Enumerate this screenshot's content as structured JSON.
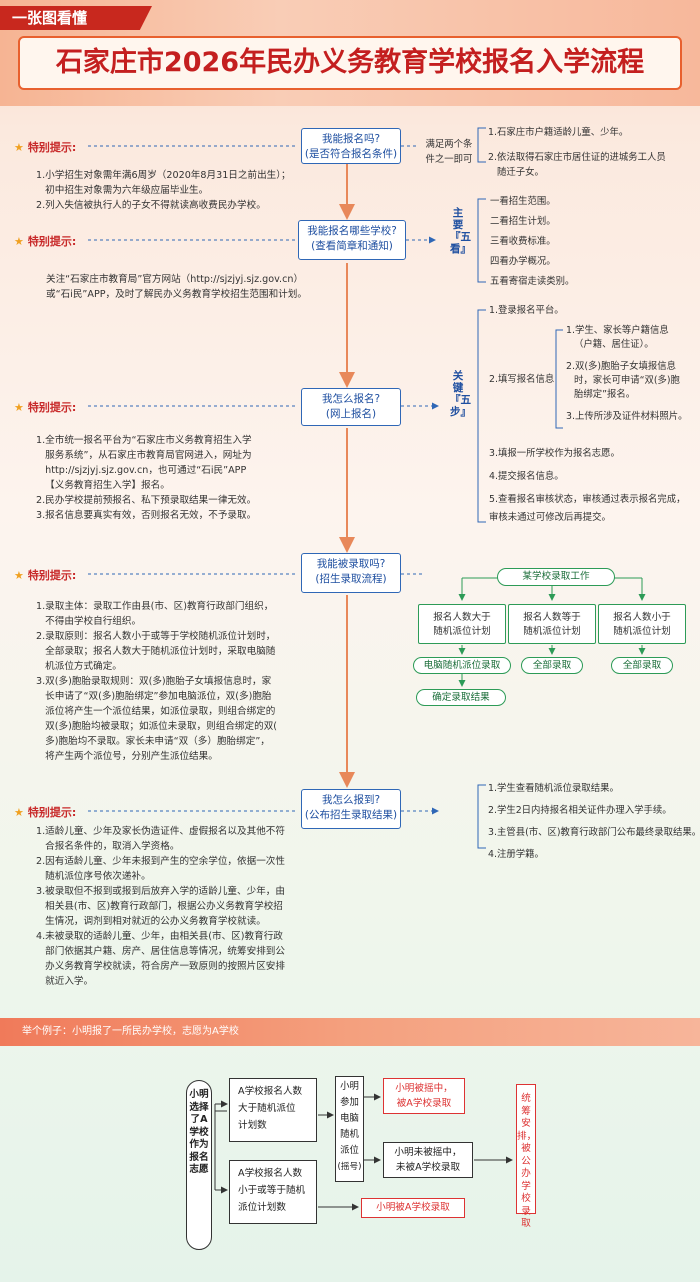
{
  "header": {
    "badge": "一张图看懂",
    "title": "石家庄市2026年民办义务教育学校报名入学流程"
  },
  "stages": [
    {
      "line1": "我能报名吗?",
      "line2": "(是否符合报名条件)"
    },
    {
      "line1": "我能报名哪些学校?",
      "line2": "(查看简章和通知)"
    },
    {
      "line1": "我怎么报名?",
      "line2": "(网上报名)"
    },
    {
      "line1": "我能被录取吗?",
      "line2": "(招生录取流程)"
    },
    {
      "line1": "我怎么报到?",
      "line2": "(公布招生录取结果)"
    }
  ],
  "tip_label": "特别提示:",
  "tips": {
    "t1": [
      "1.小学招生对象需年满6周岁（2020年8月31日之前出生）；",
      "   初中招生对象需为六年级应届毕业生。",
      "2.列入失信被执行人的子女不得就读高收费民办学校。"
    ],
    "t2": [
      "关注“石家庄市教育局”官方网站（http://sjzjyj.sjz.gov.cn）",
      "或“石i民”APP，及时了解民办义务教育学校招生范围和计划。"
    ],
    "t3": [
      "1.全市统一报名平台为“石家庄市义务教育招生入学",
      "   服务系统”，从石家庄市教育局官网进入，网址为",
      "   http://sjzjyj.sjz.gov.cn，也可通过“石i民”APP",
      "   【义务教育招生入学】报名。",
      "2.民办学校提前预报名、私下预录取结果一律无效。",
      "3.报名信息要真实有效，否则报名无效，不予录取。"
    ],
    "t4": [
      "1.录取主体：录取工作由县(市、区)教育行政部门组织，",
      "   不得由学校自行组织。",
      "2.录取原则：报名人数小于或等于学校随机派位计划时，",
      "   全部录取；报名人数大于随机派位计划时，采取电脑随",
      "   机派位方式确定。",
      "3.双(多)胞胎录取规则：双(多)胞胎子女填报信息时，家",
      "   长申请了“双(多)胞胎绑定”参加电脑派位，双(多)胞胎",
      "   派位将产生一个派位结果，如派位录取，则组合绑定的",
      "   双(多)胞胎均被录取；如派位未录取，则组合绑定的双(",
      "   多)胞胎均不录取。家长未申请“双（多）胞胎绑定”，",
      "   将产生两个派位号，分别产生派位结果。"
    ],
    "t5": [
      "1.适龄儿童、少年及家长伪造证件、虚假报名以及其他不符",
      "   合报名条件的，取消入学资格。",
      "2.因有适龄儿童、少年未报到产生的空余学位，依据一次性",
      "   随机派位序号依次递补。",
      "3.被录取但不报到或报到后放弃入学的适龄儿童、少年，由",
      "   相关县(市、区)教育行政部门，根据公办义务教育学校招",
      "   生情况，调剂到相对就近的公办义务教育学校就读。",
      "4.未被录取的适龄儿童、少年，由相关县(市、区)教育行政",
      "   部门依据其户籍、房产、居住信息等情况，统筹安排到公",
      "   办义务教育学校就读，符合房产一致原则的按照片区安排",
      "   就近入学。"
    ]
  },
  "s1": {
    "connector": [
      "满足两个条",
      "件之一即可"
    ],
    "items": [
      "1.石家庄市户籍适龄儿童、少年。",
      "2.依法取得石家庄市居住证的进城务工人员",
      "   随迁子女。"
    ]
  },
  "s2": {
    "label": "主要『五看』",
    "items": [
      "一看招生范围。",
      "二看招生计划。",
      "三看收费标准。",
      "四看办学概况。",
      "五看寄宿走读类别。"
    ]
  },
  "s3": {
    "label": "关键『五步』",
    "step1": "1.登录报名平台。",
    "step2": "2.填写报名信息",
    "sub": [
      "1.学生、家长等户籍信息",
      "（户籍、居住证）。",
      "2.双(多)胞胎子女填报信息",
      "时，家长可申请“双(多)胞",
      "胎绑定”报名。",
      "3.上传所涉及证件材料照片。"
    ],
    "step3": "3.填报一所学校作为报名志愿。",
    "step4": "4.提交报名信息。",
    "step5": [
      "5.查看报名审核状态，审核通过表示报名完成，",
      "审核未通过可修改后再提交。"
    ]
  },
  "s4": {
    "top": "某学校录取工作",
    "boxes": [
      [
        "报名人数大于",
        "随机派位计划"
      ],
      [
        "报名人数等于",
        "随机派位计划"
      ],
      [
        "报名人数小于",
        "随机派位计划"
      ]
    ],
    "results": [
      "电脑随机派位录取",
      "全部录取",
      "全部录取"
    ],
    "final": "确定录取结果"
  },
  "s5": {
    "items": [
      "1.学生查看随机派位录取结果。",
      "2.学生2日内持报名相关证件办理入学手续。",
      "3.主管县(市、区)教育行政部门公布最终录取结果。",
      "4.注册学籍。"
    ]
  },
  "example": {
    "bar": "举个例子：小明报了一所民办学校，志愿为A学校",
    "left": "小明选择了A学校作为报名志愿",
    "boxA": [
      "A学校报名人数",
      "大于随机派位",
      "计划数"
    ],
    "boxB": [
      "A学校报名人数",
      "小于或等于随机",
      "派位计划数"
    ],
    "mid": [
      "小明",
      "参加",
      "电脑",
      "随机",
      "派位",
      "(摇号)"
    ],
    "win": [
      "小明被摇中，",
      "被A学校录取"
    ],
    "lose": [
      "小明未被摇中，",
      "未被A学校录取"
    ],
    "direct": "小明被A学校录取",
    "right": "统筹安排，被公办学校录取"
  },
  "colors": {
    "red": "#c8281e",
    "blue": "#2f67b6",
    "green": "#2d9b57",
    "orange": "#e8885a"
  }
}
